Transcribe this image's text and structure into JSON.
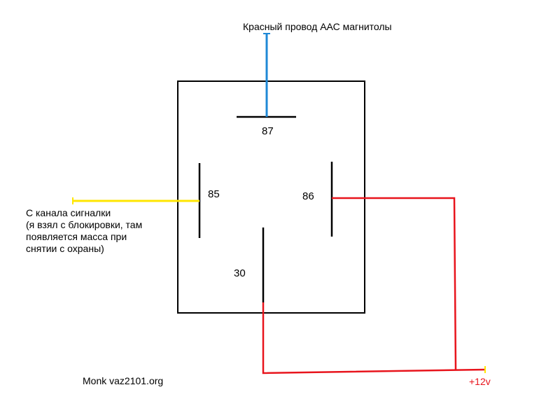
{
  "labels": {
    "top_wire": "Красный провод ААС магнитолы",
    "pin_87": "87",
    "pin_85": "85",
    "pin_86": "86",
    "pin_30": "30",
    "alarm_line1": "С канала сигналки",
    "alarm_line2": "(я взял с блокировки, там",
    "alarm_line3": "появляется масса при",
    "alarm_line4": "снятии с охраны)",
    "credit": "Monk vaz2101.org",
    "plus12": "+12v"
  },
  "colors": {
    "outline": "#000000",
    "wire_87": "#1e88d6",
    "wire_85": "#ffe600",
    "wire_power": "#e8141c",
    "plus12_text": "#e8141c",
    "background": "#ffffff"
  }
}
